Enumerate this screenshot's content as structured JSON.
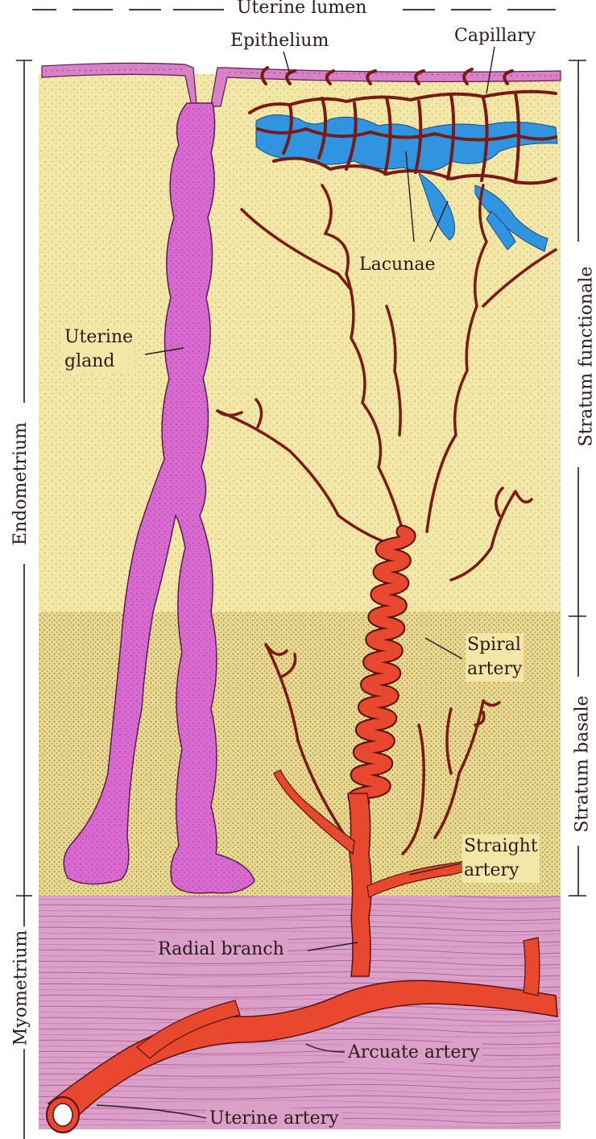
{
  "labels": {
    "uterine_lumen": "Uterine lumen",
    "epithelium": "Epithelium",
    "capillary": "Capillary",
    "lacunae": "Lacunae",
    "uterine_gland": "Uterine\ngland",
    "spiral_artery": "Spiral\nartery",
    "straight_artery": "Straight\nartery",
    "radial_branch": "Radial branch",
    "arcuate_artery": "Arcuate artery",
    "uterine_artery": "Uterine artery"
  },
  "side_labels": {
    "endometrium": "Endometrium",
    "myometrium": "Myometrium",
    "stratum_functionale": "Stratum functionale",
    "stratum_basale": "Stratum basale"
  },
  "colors": {
    "functionale": "#f3e7a8",
    "basale": "#e8d890",
    "myometrium": "#dba0c8",
    "gland": "#d86ad0",
    "artery": "#e8482e",
    "artery_dark": "#7a1a14",
    "lacunae": "#2f95e0",
    "epithelium": "#d880c8"
  }
}
